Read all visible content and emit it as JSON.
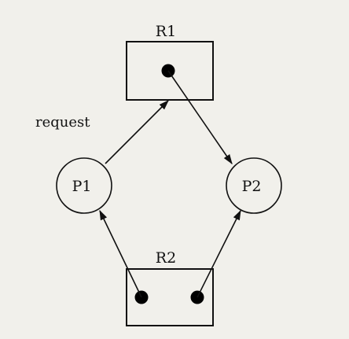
{
  "diagram": {
    "resources": [
      {
        "id": "R1",
        "label": "R1",
        "instances": 1
      },
      {
        "id": "R2",
        "label": "R2",
        "instances": 2
      }
    ],
    "processes": [
      {
        "id": "P1",
        "label": "P1"
      },
      {
        "id": "P2",
        "label": "P2"
      }
    ],
    "edges": [
      {
        "from": "P1",
        "to": "R1",
        "kind": "request"
      },
      {
        "from": "R1",
        "to": "P2",
        "kind": "assignment"
      },
      {
        "from": "R2",
        "to": "P1",
        "kind": "assignment"
      },
      {
        "from": "R2",
        "to": "P2",
        "kind": "assignment"
      }
    ],
    "annotations": {
      "request_label": "request"
    },
    "colors": {
      "background": "#f1f0eb",
      "stroke": "#111111"
    }
  }
}
